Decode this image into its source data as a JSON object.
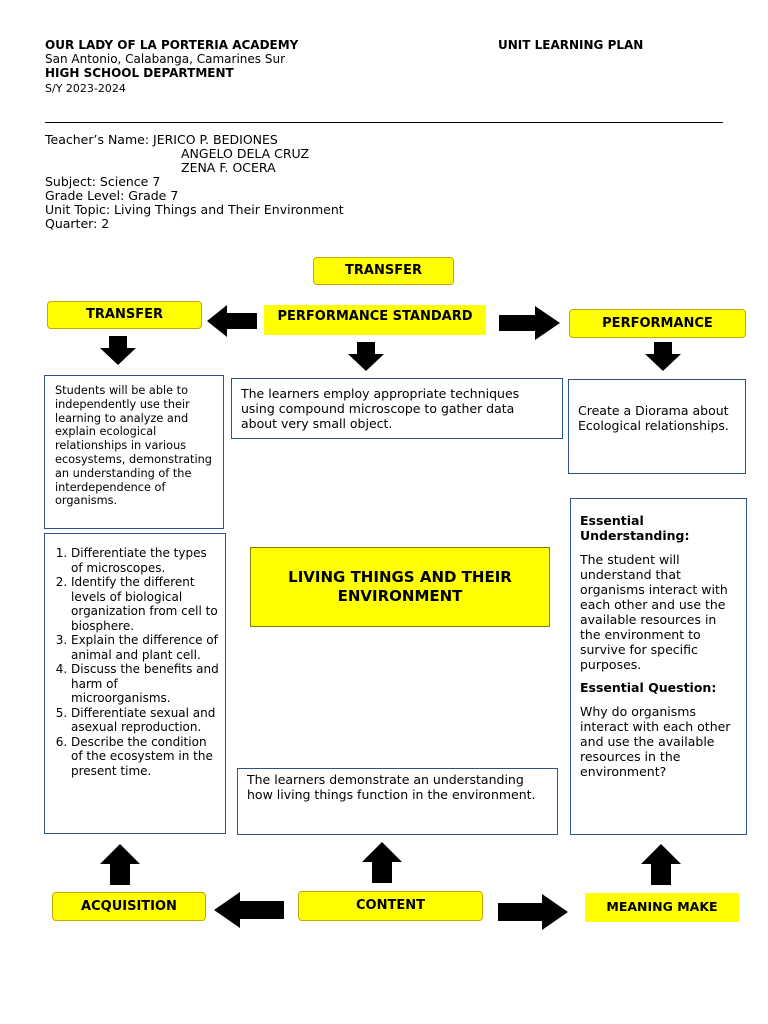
{
  "header": {
    "school": "OUR LADY OF LA PORTERIA ACADEMY",
    "doc_title": "UNIT LEARNING PLAN",
    "address": "San Antonio, Calabanga, Camarines Sur",
    "department": "HIGH SCHOOL DEPARTMENT",
    "school_year": "S/Y 2023-2024"
  },
  "info": {
    "teacher_label": "Teacher’s Name: ",
    "teachers": [
      "JERICO P. BEDIONES",
      "ANGELO DELA CRUZ",
      "ZENA F. OCERA"
    ],
    "subject": "Subject: Science 7",
    "grade": "Grade Level: Grade 7",
    "topic": "Unit Topic: Living Things and Their Environment",
    "quarter": "Quarter: 2"
  },
  "diagram": {
    "top_label": "TRANSFER",
    "left_label": "TRANSFER",
    "center_label": "PERFORMANCE STANDARD",
    "right_label": "PERFORMANCE",
    "transfer_text": "Students will be able to independently use their learning to analyze and explain ecological relationships in various ecosystems, demonstrating an understanding of the interdependence of organisms.",
    "performance_standard_text": "The learners employ appropriate techniques using compound microscope to gather data about very small object.",
    "performance_text": "Create a Diorama about Ecological relationships.",
    "objectives": [
      "Differentiate the types of microscopes.",
      "Identify the different levels of biological organization from cell to biosphere.",
      "Explain the difference of animal and plant cell.",
      "Discuss the benefits and harm of microorganisms.",
      "Differentiate sexual and asexual reproduction.",
      "Describe the condition of the ecosystem in the present time."
    ],
    "unit_title": "LIVING THINGS AND THEIR ENVIRONMENT",
    "content_standard_text": "The learners demonstrate an understanding how living things function in the environment.",
    "eu_heading": "Essential Understanding:",
    "eu_text": "The student will understand that organisms interact with each other and use the available resources in the environment to survive for specific purposes.",
    "eq_heading": "Essential Question:",
    "eq_text": "Why do organisms interact with each other and use the available resources in the environment?",
    "bottom_left_label": "ACQUISITION",
    "bottom_center_label": "CONTENT",
    "bottom_right_label": "MEANING MAKE"
  },
  "colors": {
    "label_fill": "#ffff00",
    "box_border": "#2f528f",
    "arrow": "#000000"
  }
}
